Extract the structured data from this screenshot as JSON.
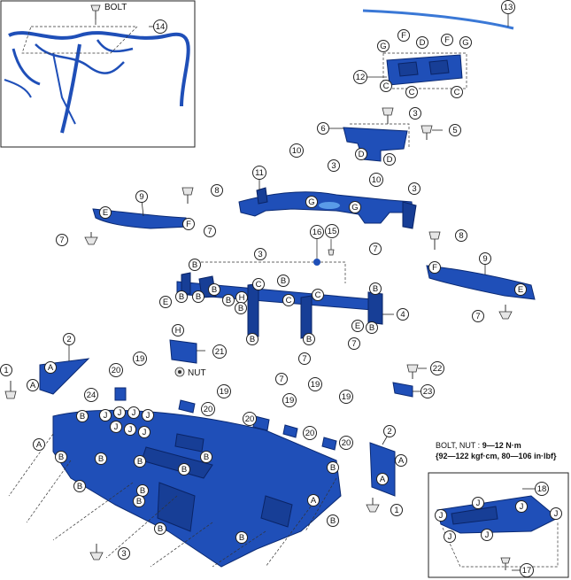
{
  "diagram": {
    "inset_label_bolt": "BOLT",
    "label_nut": "NUT",
    "spec_line1_prefix": "BOLT, NUT : ",
    "spec_line1_value": "9—12 N·m",
    "spec_line2": "{92—122 kgf·cm,  80—106 in·lbf}"
  },
  "callouts": [
    {
      "id": "c14",
      "text": "14"
    },
    {
      "id": "c13",
      "text": "13"
    },
    {
      "id": "c12",
      "text": "12"
    },
    {
      "id": "cG1",
      "text": "G"
    },
    {
      "id": "cF1",
      "text": "F"
    },
    {
      "id": "cD1",
      "text": "D"
    },
    {
      "id": "cF2",
      "text": "F"
    },
    {
      "id": "cG2",
      "text": "G"
    },
    {
      "id": "cC1",
      "text": "C"
    },
    {
      "id": "cC2",
      "text": "C"
    },
    {
      "id": "cC3",
      "text": "C"
    },
    {
      "id": "c3a",
      "text": "3"
    },
    {
      "id": "c6",
      "text": "6"
    },
    {
      "id": "c5",
      "text": "5"
    },
    {
      "id": "cD2",
      "text": "D"
    },
    {
      "id": "cD3",
      "text": "D"
    },
    {
      "id": "c10a",
      "text": "10"
    },
    {
      "id": "c3b",
      "text": "3"
    },
    {
      "id": "c11",
      "text": "11"
    },
    {
      "id": "c8a",
      "text": "8"
    },
    {
      "id": "c9a",
      "text": "9"
    },
    {
      "id": "cE1",
      "text": "E"
    },
    {
      "id": "cF3",
      "text": "F"
    },
    {
      "id": "c7a",
      "text": "7"
    },
    {
      "id": "c10b",
      "text": "10"
    },
    {
      "id": "c3c",
      "text": "3"
    },
    {
      "id": "cG3",
      "text": "G"
    },
    {
      "id": "cG4",
      "text": "G"
    },
    {
      "id": "c7b",
      "text": "7"
    },
    {
      "id": "c7c",
      "text": "7"
    },
    {
      "id": "c8b",
      "text": "8"
    },
    {
      "id": "c16",
      "text": "16"
    },
    {
      "id": "c15",
      "text": "15"
    },
    {
      "id": "c3d",
      "text": "3"
    },
    {
      "id": "c9b",
      "text": "9"
    },
    {
      "id": "cF4",
      "text": "F"
    },
    {
      "id": "cE2",
      "text": "E"
    },
    {
      "id": "c7d",
      "text": "7"
    },
    {
      "id": "cB1",
      "text": "B"
    },
    {
      "id": "cB2",
      "text": "B"
    },
    {
      "id": "cB3",
      "text": "B"
    },
    {
      "id": "cB4",
      "text": "B"
    },
    {
      "id": "cB5",
      "text": "B"
    },
    {
      "id": "cB6",
      "text": "B"
    },
    {
      "id": "cE3",
      "text": "E"
    },
    {
      "id": "cC4",
      "text": "C"
    },
    {
      "id": "cC5",
      "text": "C"
    },
    {
      "id": "cC6",
      "text": "C"
    },
    {
      "id": "cH1",
      "text": "H"
    },
    {
      "id": "cB7",
      "text": "B"
    },
    {
      "id": "cB8",
      "text": "B"
    },
    {
      "id": "cB9",
      "text": "B"
    },
    {
      "id": "cB10",
      "text": "B"
    },
    {
      "id": "cB11",
      "text": "B"
    },
    {
      "id": "cE4",
      "text": "E"
    },
    {
      "id": "c4",
      "text": "4"
    },
    {
      "id": "c7e",
      "text": "7"
    },
    {
      "id": "c7f",
      "text": "7"
    },
    {
      "id": "c7g",
      "text": "7"
    },
    {
      "id": "cH2",
      "text": "H"
    },
    {
      "id": "c21",
      "text": "21"
    },
    {
      "id": "c19a",
      "text": "19"
    },
    {
      "id": "c20a",
      "text": "20"
    },
    {
      "id": "c2a",
      "text": "2"
    },
    {
      "id": "c1a",
      "text": "1"
    },
    {
      "id": "cA1",
      "text": "A"
    },
    {
      "id": "cA2",
      "text": "A"
    },
    {
      "id": "c22",
      "text": "22"
    },
    {
      "id": "c23",
      "text": "23"
    },
    {
      "id": "c19b",
      "text": "19"
    },
    {
      "id": "c20b",
      "text": "20"
    },
    {
      "id": "c24",
      "text": "24"
    },
    {
      "id": "c19c",
      "text": "19"
    },
    {
      "id": "c20c",
      "text": "20"
    },
    {
      "id": "c19d",
      "text": "19"
    },
    {
      "id": "c20d",
      "text": "20"
    },
    {
      "id": "c19e",
      "text": "19"
    },
    {
      "id": "c20e",
      "text": "20"
    },
    {
      "id": "cJ1",
      "text": "J"
    },
    {
      "id": "cJ2",
      "text": "J"
    },
    {
      "id": "cJ3",
      "text": "J"
    },
    {
      "id": "cJ4",
      "text": "J"
    },
    {
      "id": "cJ5",
      "text": "J"
    },
    {
      "id": "cJ6",
      "text": "J"
    },
    {
      "id": "cJ7",
      "text": "J"
    },
    {
      "id": "cB12",
      "text": "B"
    },
    {
      "id": "cA3",
      "text": "A"
    },
    {
      "id": "cB13",
      "text": "B"
    },
    {
      "id": "cB14",
      "text": "B"
    },
    {
      "id": "cB15",
      "text": "B"
    },
    {
      "id": "cB16",
      "text": "B"
    },
    {
      "id": "cB17",
      "text": "B"
    },
    {
      "id": "cB18",
      "text": "B"
    },
    {
      "id": "cB19",
      "text": "B"
    },
    {
      "id": "cB20",
      "text": "B"
    },
    {
      "id": "cB21",
      "text": "B"
    },
    {
      "id": "cB22",
      "text": "B"
    },
    {
      "id": "cA4",
      "text": "A"
    },
    {
      "id": "cB23",
      "text": "B"
    },
    {
      "id": "cB24",
      "text": "B"
    },
    {
      "id": "c3e",
      "text": "3"
    },
    {
      "id": "c2b",
      "text": "2"
    },
    {
      "id": "cA5",
      "text": "A"
    },
    {
      "id": "cA6",
      "text": "A"
    },
    {
      "id": "c1b",
      "text": "1"
    },
    {
      "id": "c18",
      "text": "18"
    },
    {
      "id": "cJ8",
      "text": "J"
    },
    {
      "id": "cJ9",
      "text": "J"
    },
    {
      "id": "cJ10",
      "text": "J"
    },
    {
      "id": "cJ11",
      "text": "J"
    },
    {
      "id": "cJ12",
      "text": "J"
    },
    {
      "id": "cJ13",
      "text": "J"
    },
    {
      "id": "c17",
      "text": "17"
    }
  ]
}
